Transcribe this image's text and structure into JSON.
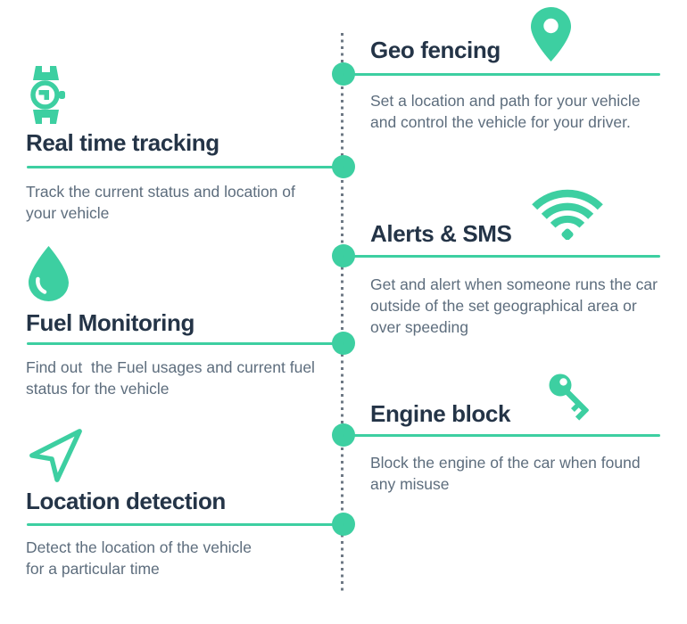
{
  "theme": {
    "accent": "#3dcfa1",
    "heading_color": "#243447",
    "body_color": "#5d6d7d",
    "dot_color": "#6d7884",
    "background": "#ffffff"
  },
  "timeline": {
    "type": "vertical-dotted-timeline",
    "features": [
      {
        "title": "Geo fencing",
        "description": "Set a location and path for your vehicle\nand control the vehicle for your driver.",
        "icon": "map-pin-icon",
        "side": "right"
      },
      {
        "title": "Real time tracking",
        "description": "Track the current status and location of\nyour vehicle",
        "icon": "watch-icon",
        "side": "left"
      },
      {
        "title": "Alerts & SMS",
        "description": "Get and alert when someone runs the car\noutside of the set geographical area or\nover speeding",
        "icon": "wifi-icon",
        "side": "right"
      },
      {
        "title": "Fuel Monitoring",
        "description": "Find out  the Fuel usages and current fuel\nstatus for the vehicle",
        "icon": "fuel-drop-icon",
        "side": "left"
      },
      {
        "title": "Engine block",
        "description": "Block the engine of the car when found\nany misuse",
        "icon": "key-icon",
        "side": "right"
      },
      {
        "title": "Location detection",
        "description": "Detect the location of the vehicle\nfor a particular time",
        "icon": "navigation-arrow-icon",
        "side": "left"
      }
    ]
  }
}
